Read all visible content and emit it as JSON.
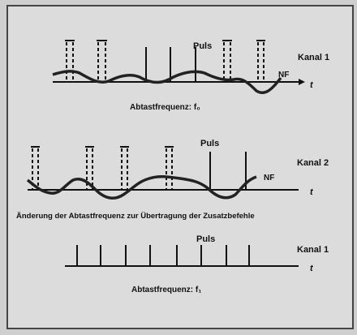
{
  "diagram": {
    "row1": {
      "puls_label": "Puls",
      "channel_label": "Kanal 1",
      "signal_label": "NF",
      "axis_label": "t",
      "caption": "Abtastfrequenz: f₀"
    },
    "row2": {
      "puls_label": "Puls",
      "channel_label": "Kanal 2",
      "signal_label": "NF",
      "axis_label": "t",
      "caption": "Änderung der Abtastfrequenz zur Übertragung der Zusatzbefehle"
    },
    "row3": {
      "puls_label": "Puls",
      "channel_label": "Kanal 1",
      "axis_label": "t",
      "caption": "Abtastfrequenz: f₁"
    }
  }
}
